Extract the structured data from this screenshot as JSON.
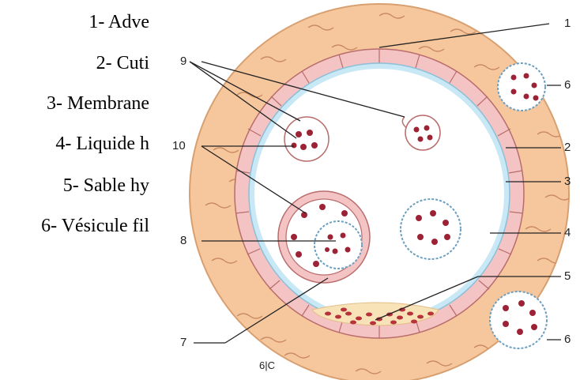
{
  "legend": [
    "1- Adve",
    "2- Cuti",
    "3- Membrane",
    "4- Liquide h",
    "5- Sable hy",
    "6- Vésicule fil"
  ],
  "numbers": [
    "1",
    "2",
    "3",
    "4",
    "5",
    "6",
    "6",
    "7",
    "8",
    "9",
    "10"
  ],
  "signature": "6|C",
  "colors": {
    "adventitia": "#f6c79d",
    "cuticle": "#f4c3c3",
    "membrane": "#c8e8f5",
    "liquid": "#ffffff",
    "scolex": "#9b2335",
    "sand": "#f8e2b8"
  }
}
